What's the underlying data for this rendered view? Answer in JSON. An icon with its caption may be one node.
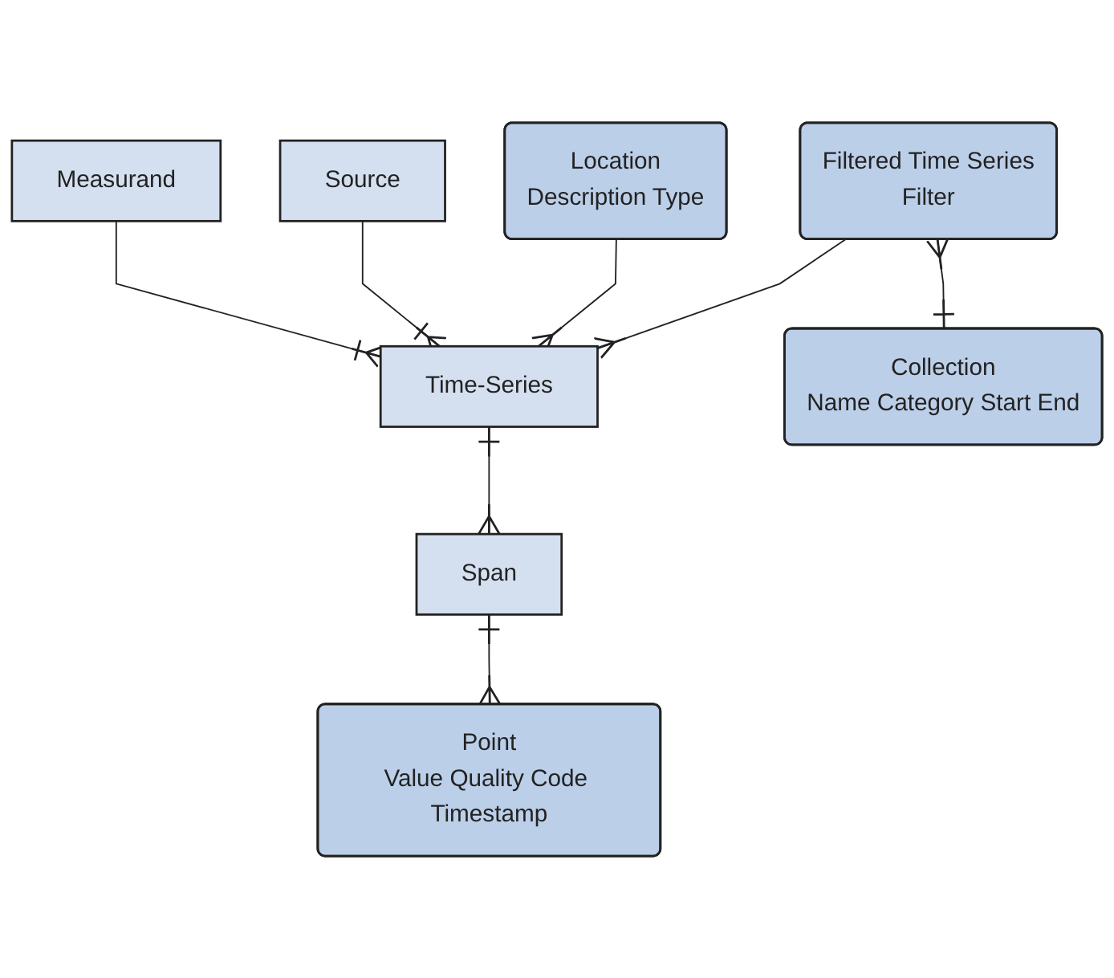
{
  "diagram": {
    "nodes": [
      {
        "text": [
          "Measurand"
        ]
      },
      {
        "text": [
          "Source"
        ]
      },
      {
        "text": [
          "Location",
          "Description Type"
        ]
      },
      {
        "text": [
          "Filtered Time Series",
          "Filter"
        ]
      },
      {
        "text": [
          "Time-Series"
        ]
      },
      {
        "text": [
          "Span"
        ]
      },
      {
        "text": [
          "Collection",
          "Name Category Start End"
        ]
      },
      {
        "text": [
          "Point",
          "Value Quality Code Timestamp"
        ]
      }
    ],
    "edges": [
      {
        "from": 0,
        "to": 4,
        "arrow": "other"
      },
      {
        "from": 1,
        "to": 4,
        "arrow": "other"
      },
      {
        "from": 2,
        "to": 4,
        "arrow": "other"
      },
      {
        "from": 3,
        "to": 4,
        "arrow": "other"
      },
      {
        "from": 4,
        "to": 5,
        "arrow": "other"
      },
      {
        "from": 5,
        "to": 7,
        "arrow": "other"
      },
      {
        "from": 3,
        "to": 6,
        "arrow": "other"
      }
    ]
  }
}
